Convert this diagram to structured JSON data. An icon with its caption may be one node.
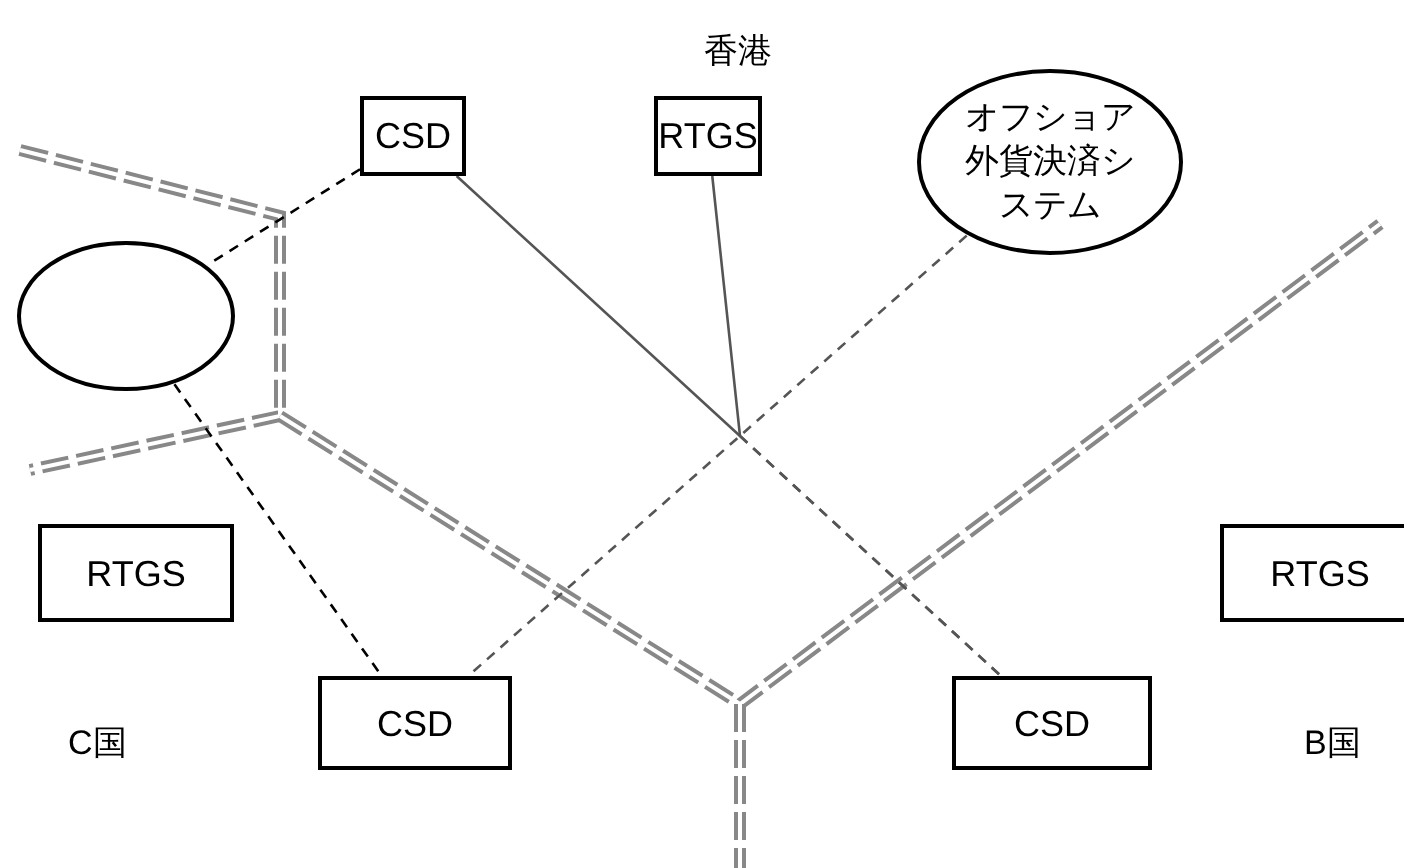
{
  "diagram": {
    "nodes": [
      {
        "text": [
          "CSD"
        ]
      },
      {
        "text": [
          "RTGS"
        ]
      },
      {
        "text": [
          "オフショア外貨決済システム"
        ]
      },
      {
        "text": [],
        "shape": "ellipse"
      },
      {
        "text": [
          "RTGS"
        ]
      },
      {
        "text": [
          "RTGS"
        ]
      },
      {
        "text": [
          "CSD"
        ]
      },
      {
        "text": [
          "CSD"
        ]
      }
    ],
    "edges": [
      {
        "from": 0,
        "to": 3,
        "arrow": "none",
        "style": "dashed"
      },
      {
        "from": 3,
        "to": 6,
        "arrow": "none",
        "style": "dashed"
      },
      {
        "from": 2,
        "to": 6,
        "arrow": "none",
        "style": "dashed",
        "color": "#555555"
      },
      {
        "from": 0,
        "to": 7,
        "arrow": "none",
        "color": "#555555"
      },
      {
        "from": 1,
        "to": 7,
        "arrow": "none",
        "color": "#555555"
      }
    ],
    "labels": [
      "香港",
      "C国",
      "B国"
    ]
  }
}
